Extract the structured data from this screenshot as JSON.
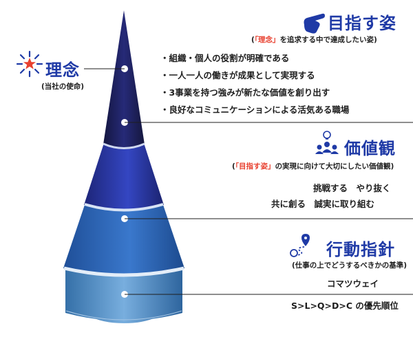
{
  "philosophy": {
    "title": "理念",
    "subtitle": "(当社の使命)"
  },
  "vision": {
    "title": "目指す姿",
    "subtitle_pre": "(",
    "subtitle_quote": "「理念」",
    "subtitle_post": "を追求する中で達成したい姿)",
    "bullets": [
      "・組織・個人の役割が明確である",
      "・一人一人の働きが成果として実現する",
      "・3事業を持つ強みが新たな価値を創り出す",
      "・良好なコミュニケーションによる活気ある職場"
    ]
  },
  "values": {
    "title": "価値観",
    "subtitle_pre": "(",
    "subtitle_quote": "「目指す姿」",
    "subtitle_post": "の実現に向けて大切にしたい価値観)",
    "line1": "挑戦する　やり抜く",
    "line2": "共に創る　誠実に取り組む"
  },
  "guidelines": {
    "title": "行動指針",
    "subtitle": "(仕事の上でどうするべきかの基準)",
    "line1": "コマツウェイ",
    "line2": "S>L>Q>D>C の優先順位"
  },
  "colors": {
    "tier1": "#1c1f5c",
    "tier2": "#2b3aa3",
    "tier3": "#2f63b8",
    "tier4": "#4c86be",
    "title_blue": "#1f3aa6",
    "accent_red": "#e8402f"
  },
  "icons": {
    "philosophy": "star-burst-icon",
    "vision": "pointing-hand-icon",
    "values": "people-idea-icon",
    "guidelines": "route-pin-icon"
  }
}
